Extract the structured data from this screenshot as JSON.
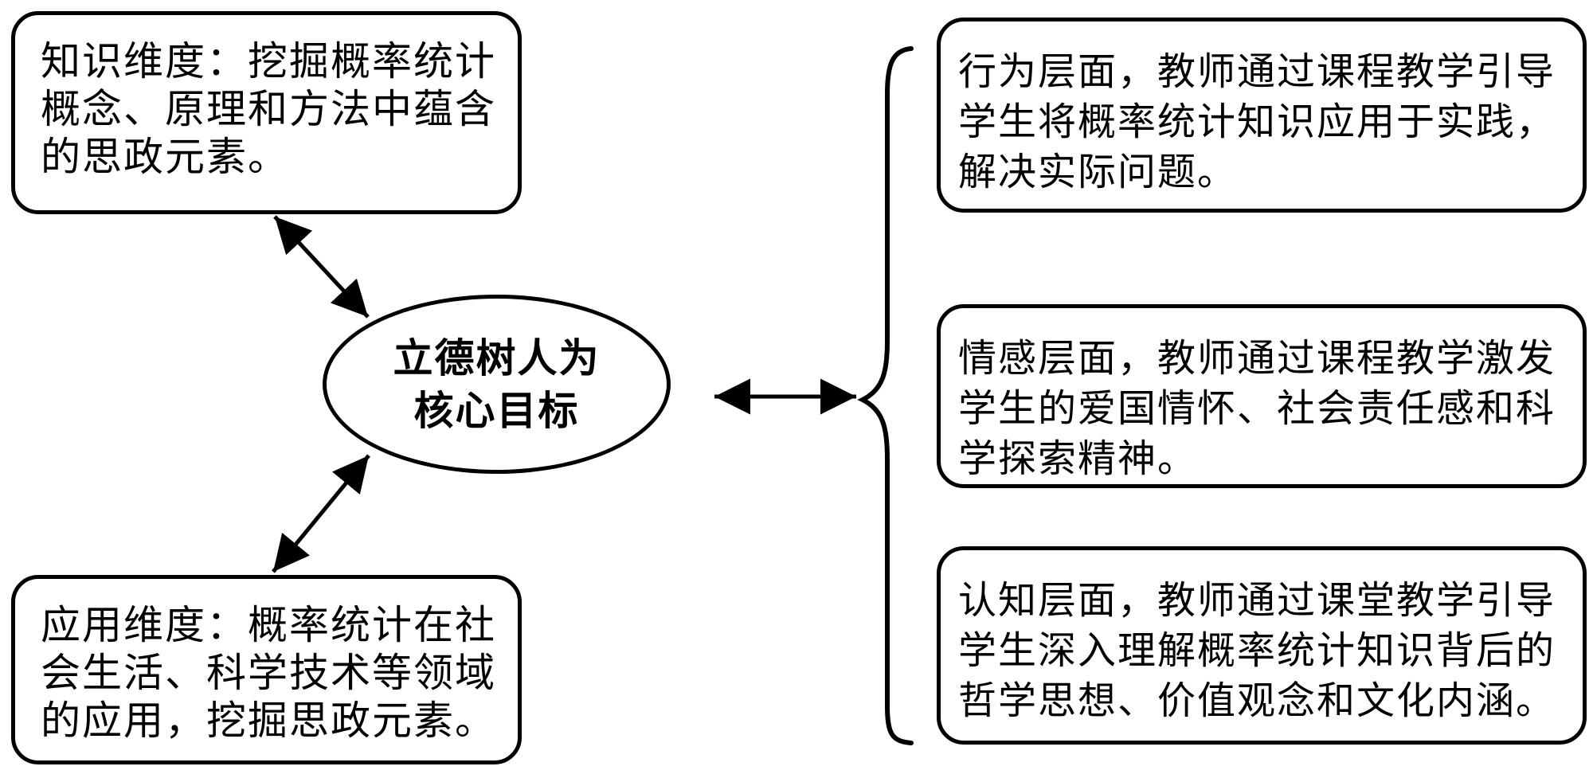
{
  "diagram": {
    "center_ellipse": {
      "text": "立德树人为\n核心目标"
    },
    "left_boxes": [
      {
        "id": "knowledge-dimension",
        "text": "知识维度：挖掘概率统计\n概念、原理和方法中蕴含\n的思政元素。"
      },
      {
        "id": "application-dimension",
        "text": "应用维度：概率统计在社\n会生活、科学技术等领域\n的应用，挖掘思政元素。"
      }
    ],
    "right_boxes": [
      {
        "id": "behavior-level",
        "text": "行为层面，教师通过课程教学引导\n学生将概率统计知识应用于实践，\n解决实际问题。"
      },
      {
        "id": "emotion-level",
        "text": "情感层面，教师通过课程教学激发\n学生的爱国情怀、社会责任感和科\n学探索精神。"
      },
      {
        "id": "cognition-level",
        "text": "认知层面，教师通过课堂教学引导\n学生深入理解概率统计知识背后的\n哲学思想、价值观念和文化内涵。"
      }
    ],
    "colors": {
      "stroke": "#000000",
      "background": "#ffffff",
      "text": "#000000"
    }
  }
}
